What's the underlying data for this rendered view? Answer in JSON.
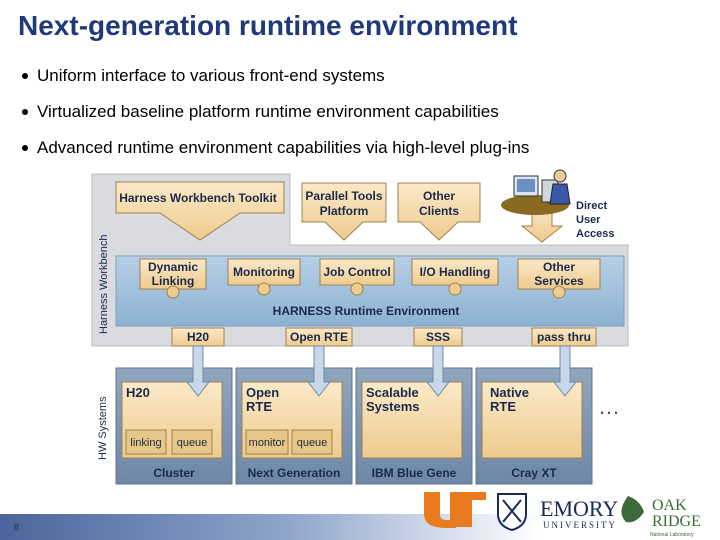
{
  "slide": {
    "title": "Next-generation runtime environment",
    "bullets": [
      "Uniform interface to various front-end systems",
      "Virtualized baseline platform runtime environment capabilities",
      "Advanced runtime environment capabilities via high-level plug-ins"
    ],
    "page_number": "8"
  },
  "diagram": {
    "workbench": {
      "side_label": "Harness Workbench",
      "toolkit": "Harness Workbench Toolkit",
      "clients": [
        {
          "line1": "Parallel Tools",
          "line2": "Platform"
        },
        {
          "line1": "Other",
          "line2": "Clients"
        }
      ],
      "direct_access": [
        "Direct",
        "User",
        "Access"
      ]
    },
    "plugins": [
      {
        "line1": "Dynamic",
        "line2": "Linking"
      },
      {
        "line1": "Monitoring",
        "line2": ""
      },
      {
        "line1": "Job Control",
        "line2": ""
      },
      {
        "line1": "I/O Handling",
        "line2": ""
      },
      {
        "line1": "Other",
        "line2": "Services"
      }
    ],
    "runtime_label": "HARNESS Runtime Environment",
    "adapters": [
      "H20",
      "Open RTE",
      "SSS",
      "pass thru"
    ],
    "hw_label": "HW Systems",
    "systems": [
      {
        "title1": "H20",
        "title2": "",
        "name": "Cluster",
        "subs": [
          "linking",
          "queue"
        ]
      },
      {
        "title1": "Open",
        "title2": "RTE",
        "name": "Next Generation",
        "subs": [
          "monitor",
          "queue"
        ]
      },
      {
        "title1": "Scalable",
        "title2": "Systems",
        "name": "IBM Blue Gene",
        "subs": []
      },
      {
        "title1": "Native",
        "title2": "RTE",
        "name": "Cray XT",
        "subs": []
      }
    ],
    "ellipsis": "…"
  },
  "logos": {
    "ut": "UT",
    "emory": "EMORY",
    "emory_sub": "UNIVERSITY",
    "oak": "OAK",
    "ridge": "RIDGE",
    "ornl_sub": "National Laboratory"
  },
  "colors": {
    "title": "#1f3a78",
    "box_fill": "#f5d9a8",
    "box_stroke": "#a08050",
    "runtime_band": "#9fc0dc",
    "panel": "#d6d8dc",
    "ut_orange": "#e87b1e",
    "emory_blue": "#1a2a5a",
    "ornl_green": "#3d6a3a"
  }
}
